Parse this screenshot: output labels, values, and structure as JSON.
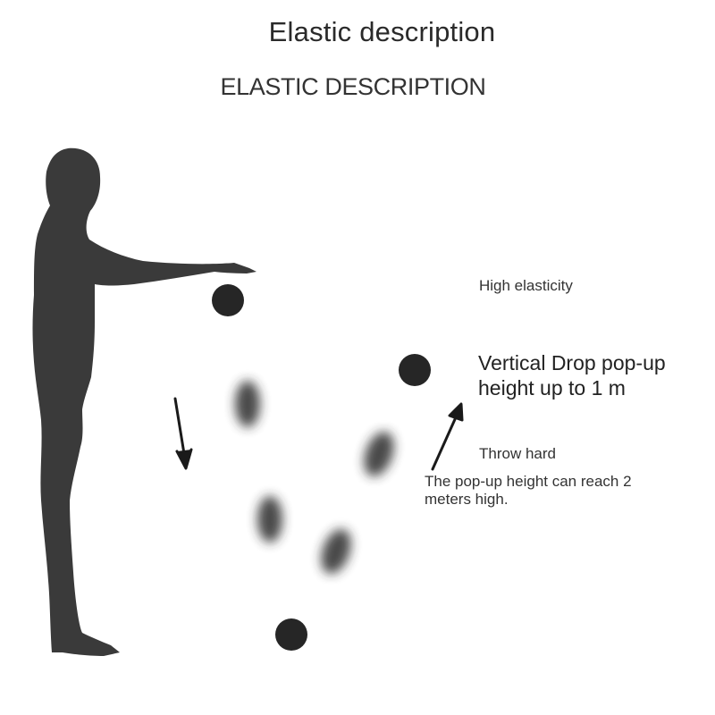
{
  "title": "Elastic description",
  "subtitle": "ELASTIC DESCRIPTION",
  "labels": {
    "high_elasticity": "High elasticity",
    "vertical_drop_line1": "Vertical Drop pop-up",
    "vertical_drop_line2": "height up to 1 m",
    "throw_hard": "Throw hard",
    "throw_desc_line1": "The pop-up height can reach 2",
    "throw_desc_line2": "meters high."
  },
  "colors": {
    "silhouette": "#3a3a3a",
    "ball": "#262626",
    "arrow": "#1a1a1a",
    "background": "#ffffff"
  },
  "icons": {
    "figure": "standing-person-silhouette",
    "ball": "ball-icon",
    "arrows": [
      "arrow-down-icon",
      "arrow-up-icon"
    ]
  }
}
